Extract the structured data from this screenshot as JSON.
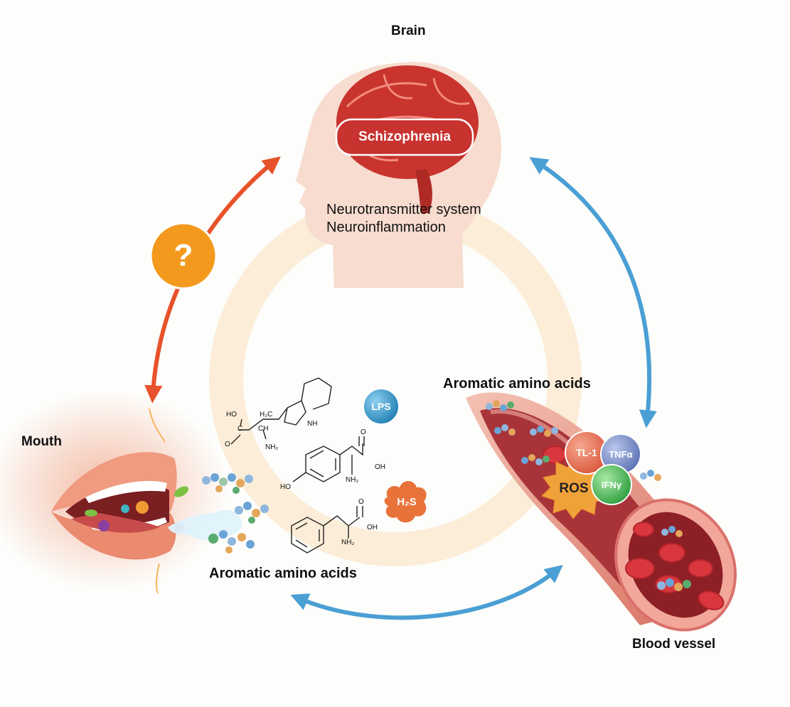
{
  "nodes": {
    "brain": {
      "label": "Brain",
      "disease": "Schizophrenia",
      "effects": [
        "Neurotransmitter system",
        "Neuroinflammation"
      ]
    },
    "mouth": {
      "label": "Mouth"
    },
    "vessel": {
      "label": "Blood vessel"
    }
  },
  "labels": {
    "amino_acids_mouth": "Aromatic amino acids",
    "amino_acids_vessel": "Aromatic amino acids",
    "question_mark": "?",
    "lps": "LPS",
    "h2s": "H₂S"
  },
  "vessel_markers": {
    "ros": "ROS",
    "tl1": "TL-1",
    "tnfa": "TNFα",
    "ifng": "IFNγ"
  },
  "molecule_atoms": {
    "tryptophan": [
      "HO",
      "H₂C",
      "C",
      "CH",
      "O",
      "NH₂",
      "NH"
    ],
    "tyrosine": [
      "O",
      "OH",
      "NH₂",
      "HO"
    ],
    "phenylalanine": [
      "O",
      "OH",
      "NH₂"
    ]
  },
  "colors": {
    "unknown_link_arrow": "#e8522a",
    "known_link_arrow": "#4a9fd4",
    "question_badge": "#f39a1e",
    "schizophrenia_badge": "#c8322f",
    "lps_badge": "#2b8fc4",
    "h2s_badge": "#e8733a",
    "ros_star": "#f0a23a",
    "tl1_ball": "#e87858",
    "tnfa_ball": "#7b8fc6",
    "ifng_ball": "#4bbf55",
    "background_ring": "#fbe8cf"
  },
  "icons": [
    "head-silhouette-icon",
    "brain-icon",
    "open-mouth-icon",
    "bacteria-icon",
    "breath-cloud-icon",
    "amino-acid-cluster-icon",
    "blood-vessel-icon",
    "red-blood-cell-icon"
  ]
}
